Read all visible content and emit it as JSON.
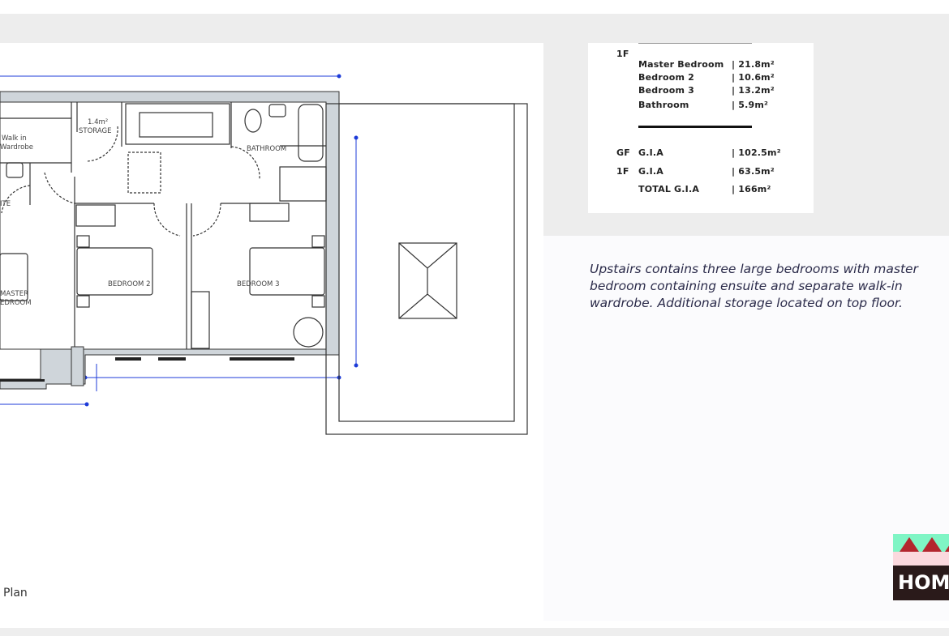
{
  "floor_plan": {
    "title": "Plan",
    "rooms": {
      "walk_in": [
        "Walk in",
        "Wardrobe"
      ],
      "storage_area": "1.4m²",
      "storage": "STORAGE",
      "bathroom": "BATHROOM",
      "ensuite": "ITE",
      "master": [
        "MASTER",
        "EDROOM"
      ],
      "bedroom2": "BEDROOM 2",
      "bedroom3": "BEDROOM 3"
    }
  },
  "area_table": {
    "floor_label": "1F",
    "rooms": [
      {
        "name": "Master Bedroom",
        "area": "| 21.8m²"
      },
      {
        "name": "Bedroom 2",
        "area": "| 10.6m²"
      },
      {
        "name": "Bedroom 3",
        "area": "| 13.2m²"
      },
      {
        "name": "Bathroom",
        "area": "| 5.9m²"
      }
    ],
    "totals": [
      {
        "floor": "GF",
        "label": "G.I.A",
        "area": "| 102.5m²"
      },
      {
        "floor": "1F",
        "label": "G.I.A",
        "area": "| 63.5m²"
      },
      {
        "floor": "",
        "label": "TOTAL G.I.A",
        "area": "| 166m²"
      }
    ]
  },
  "description": "Upstairs contains three large bedrooms with master bedroom containing ensuite and separate walk-in wardrobe. Additional storage located on top floor.",
  "logo": {
    "text": "HOM",
    "colors": {
      "teal": "#7ff5c5",
      "red": "#b3262e",
      "pink": "#fbd9de",
      "dark": "#2a1a1a"
    }
  }
}
